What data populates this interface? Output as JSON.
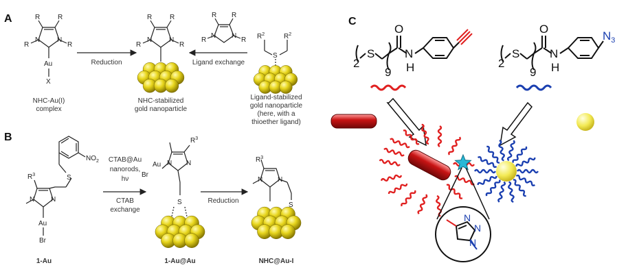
{
  "colors": {
    "gold": "#e6d41a",
    "gold_dark": "#8a7a00",
    "red": "#e02020",
    "blue": "#1a3fb0",
    "cyan_star": "#28b8d6",
    "sphere": "#f2ea5a"
  },
  "panel_a": {
    "letter": "A",
    "r": "R",
    "n": "N",
    "au": "Au",
    "x": "X",
    "s": "S",
    "r2": "R",
    "r2_sup": "2",
    "complex_label": [
      "NHC-Au(I)",
      "complex"
    ],
    "reduction": "Reduction",
    "stabilized_label": [
      "NHC-stabilized",
      "gold nanoparticle"
    ],
    "ligand_exchange": "Ligand exchange",
    "ligand_label": [
      "Ligand-stabilized",
      "gold nanoparticle",
      "(here, with a",
      "thioether ligand)"
    ]
  },
  "panel_b": {
    "letter": "B",
    "no2": "NO",
    "no2_sub": "2",
    "r3": "R",
    "r3_sup": "3",
    "br": "Br",
    "conditions_top": [
      "CTAB@Au",
      "nanorods,",
      "hν"
    ],
    "conditions_bottom": [
      "CTAB",
      "exchange"
    ],
    "reduction": "Reduction",
    "label_1": "1-Au",
    "label_2": "1-Au@Au",
    "label_3": "NHC@Au-I"
  },
  "panel_c": {
    "letter": "C",
    "subscript_2": "2",
    "subscript_9": "9",
    "s": "S",
    "o": "O",
    "n": "N",
    "h": "H",
    "azide": "N",
    "azide_sub": "3"
  }
}
